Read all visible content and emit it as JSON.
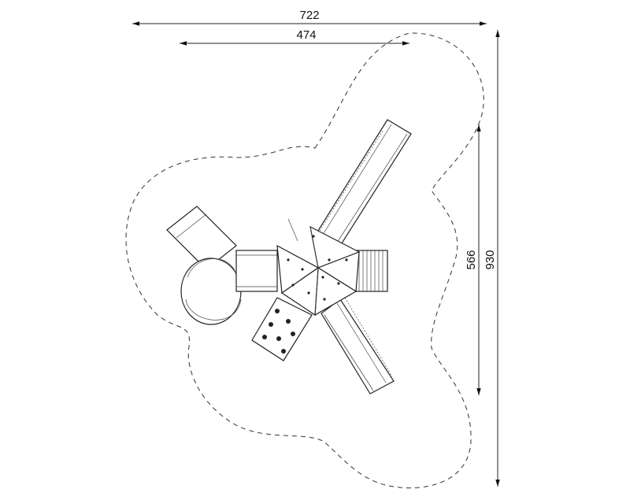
{
  "drawing": {
    "dimensions": {
      "overall_width": "722",
      "equipment_width": "474",
      "equipment_height": "566",
      "overall_height": "930"
    },
    "components": [
      "safety-zone-outline",
      "central-triangular-platforms",
      "upper-right-slide",
      "lower-right-slide",
      "right-ramp-stairs",
      "tube-slide",
      "climbing-wall"
    ],
    "colors": {
      "line": "#222222",
      "background": "#ffffff"
    }
  }
}
